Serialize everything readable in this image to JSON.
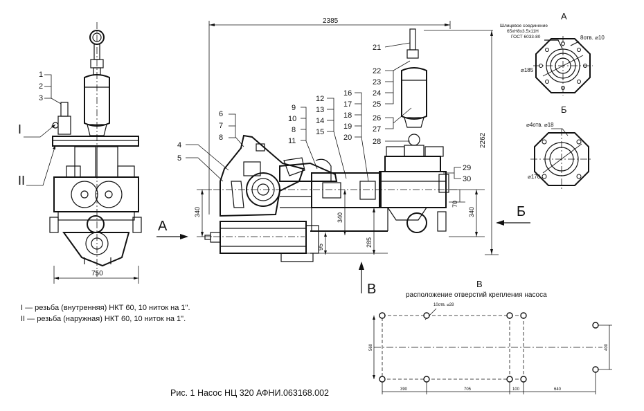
{
  "figure": {
    "caption": "Рис. 1 Насос НЦ 320 АФНИ.063168.002",
    "notes": [
      "I — резьба (внутренняя) НКТ 60, 10 ниток на 1\".",
      "II — резьба (наружная) НКТ 60, 10 ниток на 1\"."
    ]
  },
  "views": {
    "a": {
      "letter": "А",
      "spline_title": "Шлицевое соединение",
      "spline_spec": "65xH8x3.5x11H",
      "spline_gost": "ГОСТ 6033-80",
      "holes_label": "8отв. ⌀10",
      "diameter_label": "⌀185"
    },
    "b": {
      "letter": "Б",
      "holes_label": "⌀4отв. ⌀18",
      "diameter_label": "⌀170"
    },
    "c": {
      "letter": "В",
      "title": "расположение отверстий крепления насоса",
      "holes_label": "10отв. ⌀28",
      "dim_height": "560",
      "dim_right_height": "400",
      "dims_bottom": [
        "390",
        "705",
        "100",
        "640"
      ]
    }
  },
  "arrows": {
    "a": "А",
    "b": "Б",
    "c": "В"
  },
  "thread_marks": {
    "one": "I",
    "two": "II"
  },
  "left_view": {
    "callouts": [
      "1",
      "2",
      "3"
    ],
    "dim_width": "750"
  },
  "main_view": {
    "dim_total_length": "2385",
    "dim_total_height": "2262",
    "dims": {
      "h340_left": "340",
      "h340_mid": "340",
      "h340_right": "340",
      "h95": "95",
      "h285": "285",
      "h70": "70"
    },
    "callouts": {
      "c4": "4",
      "c5": "5",
      "c6": "6",
      "c7": "7",
      "c8": "8",
      "c9": "9",
      "c10": "10",
      "c8b": "8",
      "c11": "11",
      "c12": "12",
      "c13": "13",
      "c14": "14",
      "c15": "15",
      "c16": "16",
      "c17": "17",
      "c18": "18",
      "c19": "19",
      "c20": "20",
      "c21": "21",
      "c22": "22",
      "c23": "23",
      "c24": "24",
      "c25": "25",
      "c26": "26",
      "c27": "27",
      "c28": "28",
      "c29": "29",
      "c30": "30"
    }
  }
}
